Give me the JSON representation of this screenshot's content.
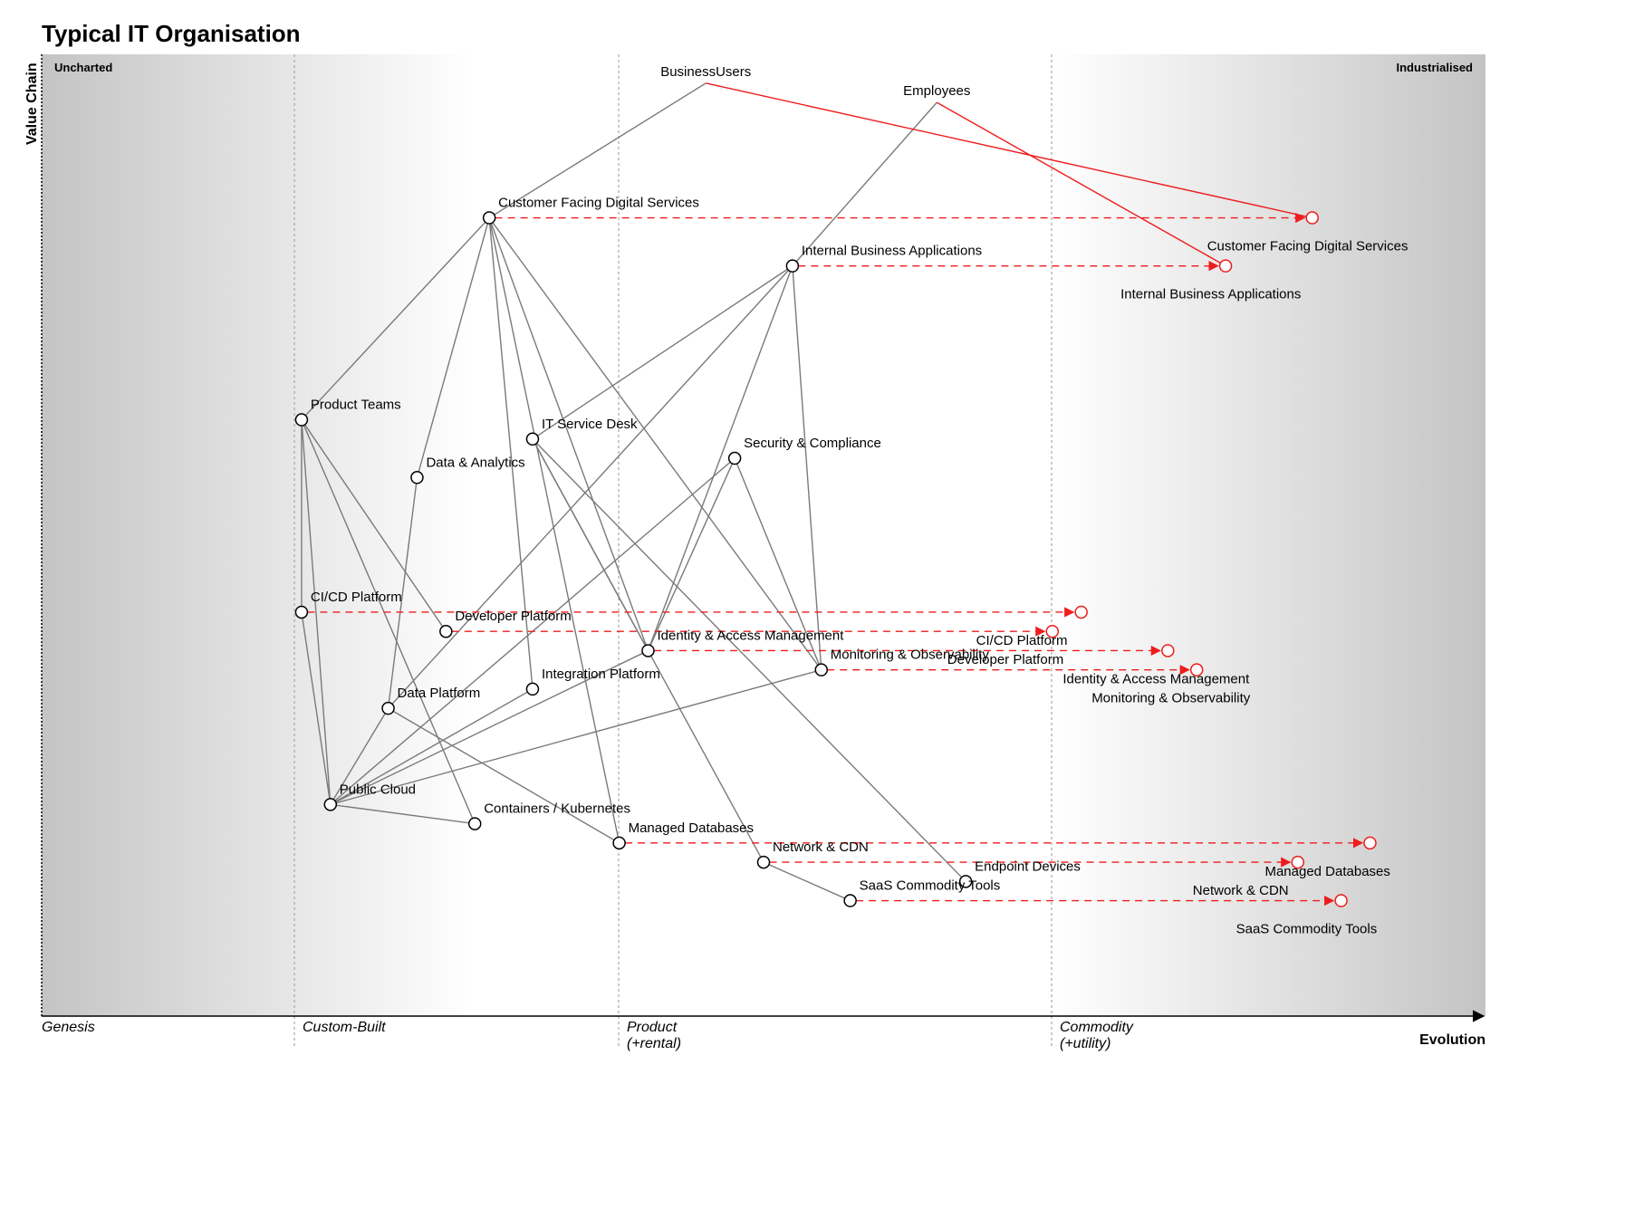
{
  "title": "Typical IT Organisation",
  "corner_labels": {
    "left": "Uncharted",
    "right": "Industrialised"
  },
  "axes": {
    "y_label": "Value Chain",
    "x_label": "Evolution"
  },
  "stages": [
    {
      "line1": "Genesis",
      "line2": ""
    },
    {
      "line1": "Custom-Built",
      "line2": ""
    },
    {
      "line1": "Product",
      "line2": "(+rental)"
    },
    {
      "line1": "Commodity",
      "line2": "(+utility)"
    }
  ],
  "colors": {
    "link": "#7a7a7a",
    "evolution": "#ee1c1c",
    "node": "#000000"
  },
  "anchors": [
    {
      "id": "business_users",
      "label": "BusinessUsers",
      "visibility": 0.97,
      "evolution": 0.46
    },
    {
      "id": "employees",
      "label": "Employees",
      "visibility": 0.95,
      "evolution": 0.62
    }
  ],
  "components": [
    {
      "id": "cfds",
      "label": "Customer Facing Digital Services",
      "visibility": 0.83,
      "evolution": 0.31,
      "evolves_to": 0.88,
      "future_label": "Customer Facing Digital Services"
    },
    {
      "id": "iba",
      "label": "Internal Business Applications",
      "visibility": 0.78,
      "evolution": 0.52,
      "evolves_to": 0.82,
      "future_label": "Internal Business Applications"
    },
    {
      "id": "product_teams",
      "label": "Product Teams",
      "visibility": 0.62,
      "evolution": 0.18
    },
    {
      "id": "it_service_desk",
      "label": "IT Service Desk",
      "visibility": 0.6,
      "evolution": 0.34
    },
    {
      "id": "security",
      "label": "Security & Compliance",
      "visibility": 0.58,
      "evolution": 0.48
    },
    {
      "id": "data_analytics",
      "label": "Data & Analytics",
      "visibility": 0.56,
      "evolution": 0.26
    },
    {
      "id": "cicd",
      "label": "CI/CD Platform",
      "visibility": 0.42,
      "evolution": 0.18,
      "evolves_to": 0.72,
      "future_label": "CI/CD Platform"
    },
    {
      "id": "dev_platform",
      "label": "Developer Platform",
      "visibility": 0.4,
      "evolution": 0.28,
      "evolves_to": 0.7,
      "future_label": "Developer Platform"
    },
    {
      "id": "iam",
      "label": "Identity & Access Management",
      "visibility": 0.38,
      "evolution": 0.42,
      "evolves_to": 0.78,
      "future_label": "Identity & Access Management"
    },
    {
      "id": "monitoring",
      "label": "Monitoring & Observability",
      "visibility": 0.36,
      "evolution": 0.54,
      "evolves_to": 0.8,
      "future_label": "Monitoring & Observability"
    },
    {
      "id": "integration",
      "label": "Integration Platform",
      "visibility": 0.34,
      "evolution": 0.34
    },
    {
      "id": "data_platform",
      "label": "Data Platform",
      "visibility": 0.32,
      "evolution": 0.24
    },
    {
      "id": "public_cloud",
      "label": "Public Cloud",
      "visibility": 0.22,
      "evolution": 0.2
    },
    {
      "id": "containers",
      "label": "Containers / Kubernetes",
      "visibility": 0.2,
      "evolution": 0.3
    },
    {
      "id": "managed_db",
      "label": "Managed Databases",
      "visibility": 0.18,
      "evolution": 0.4,
      "evolves_to": 0.92,
      "future_label": "Managed Databases"
    },
    {
      "id": "network_cdn",
      "label": "Network & CDN",
      "visibility": 0.16,
      "evolution": 0.5,
      "evolves_to": 0.87,
      "future_label": "Network & CDN"
    },
    {
      "id": "endpoint",
      "label": "Endpoint Devices",
      "visibility": 0.14,
      "evolution": 0.64
    },
    {
      "id": "saas",
      "label": "SaaS Commodity Tools",
      "visibility": 0.12,
      "evolution": 0.56,
      "evolves_to": 0.9,
      "future_label": "SaaS Commodity Tools"
    }
  ],
  "links": [
    [
      "business_users",
      "cfds"
    ],
    [
      "employees",
      "iba"
    ],
    [
      "cfds",
      "product_teams"
    ],
    [
      "cfds",
      "data_analytics"
    ],
    [
      "cfds",
      "integration"
    ],
    [
      "cfds",
      "iam"
    ],
    [
      "cfds",
      "monitoring"
    ],
    [
      "cfds",
      "managed_db"
    ],
    [
      "iba",
      "it_service_desk"
    ],
    [
      "iba",
      "data_platform"
    ],
    [
      "iba",
      "iam"
    ],
    [
      "iba",
      "monitoring"
    ],
    [
      "product_teams",
      "cicd"
    ],
    [
      "product_teams",
      "dev_platform"
    ],
    [
      "product_teams",
      "public_cloud"
    ],
    [
      "product_teams",
      "containers"
    ],
    [
      "it_service_desk",
      "iam"
    ],
    [
      "it_service_desk",
      "network_cdn"
    ],
    [
      "it_service_desk",
      "endpoint"
    ],
    [
      "security",
      "iam"
    ],
    [
      "security",
      "monitoring"
    ],
    [
      "security",
      "public_cloud"
    ],
    [
      "data_analytics",
      "data_platform"
    ],
    [
      "cicd",
      "public_cloud"
    ],
    [
      "data_platform",
      "public_cloud"
    ],
    [
      "data_platform",
      "managed_db"
    ],
    [
      "integration",
      "public_cloud"
    ],
    [
      "iam",
      "public_cloud"
    ],
    [
      "monitoring",
      "public_cloud"
    ],
    [
      "public_cloud",
      "containers"
    ],
    [
      "network_cdn",
      "saas"
    ]
  ],
  "anchor_future_links": [
    [
      "business_users",
      "cfds"
    ],
    [
      "employees",
      "iba"
    ]
  ]
}
